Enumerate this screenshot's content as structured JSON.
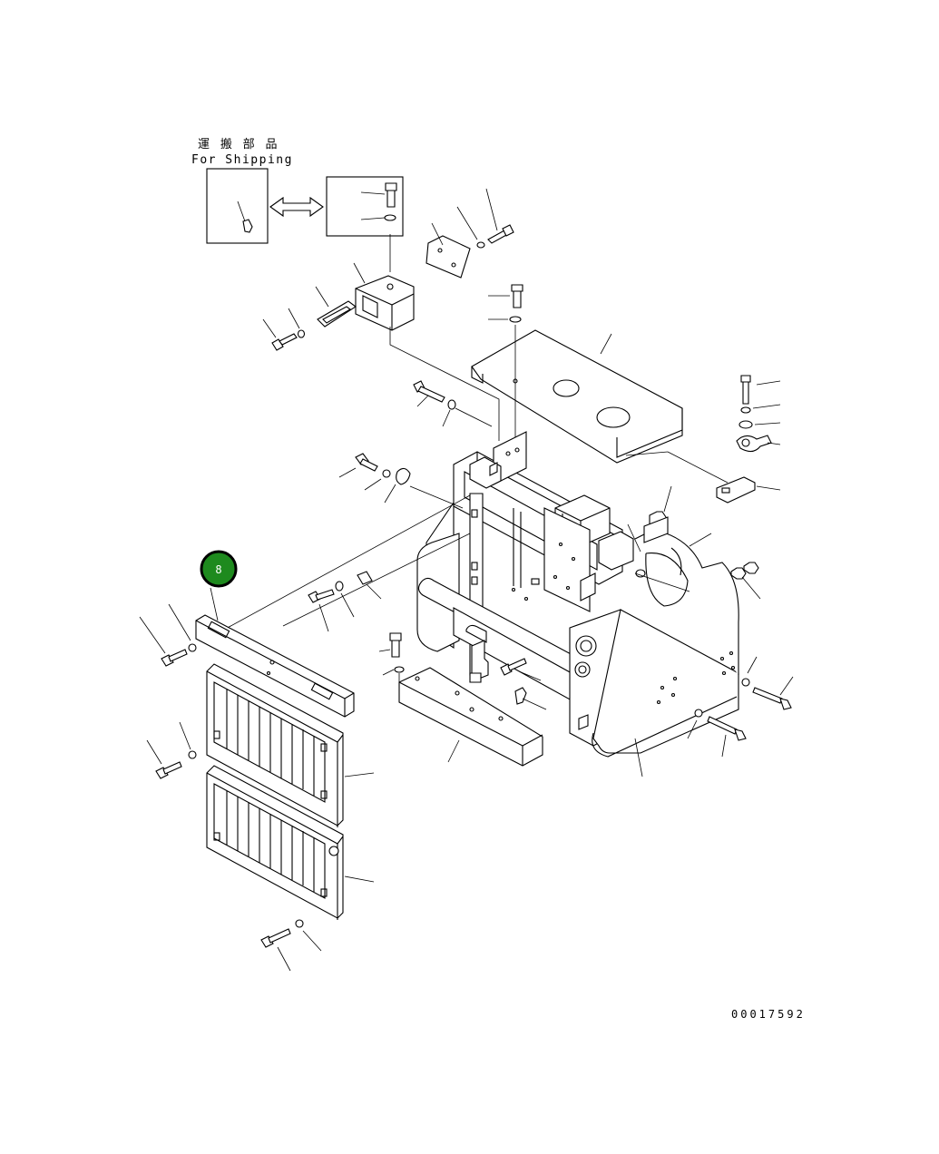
{
  "shipping_label": {
    "japanese": "運 搬 部 品",
    "english": "For Shipping"
  },
  "callout": {
    "label": "8",
    "color": "#1e8a1e",
    "ring_color": "#000000"
  },
  "drawing_number": "00017592"
}
